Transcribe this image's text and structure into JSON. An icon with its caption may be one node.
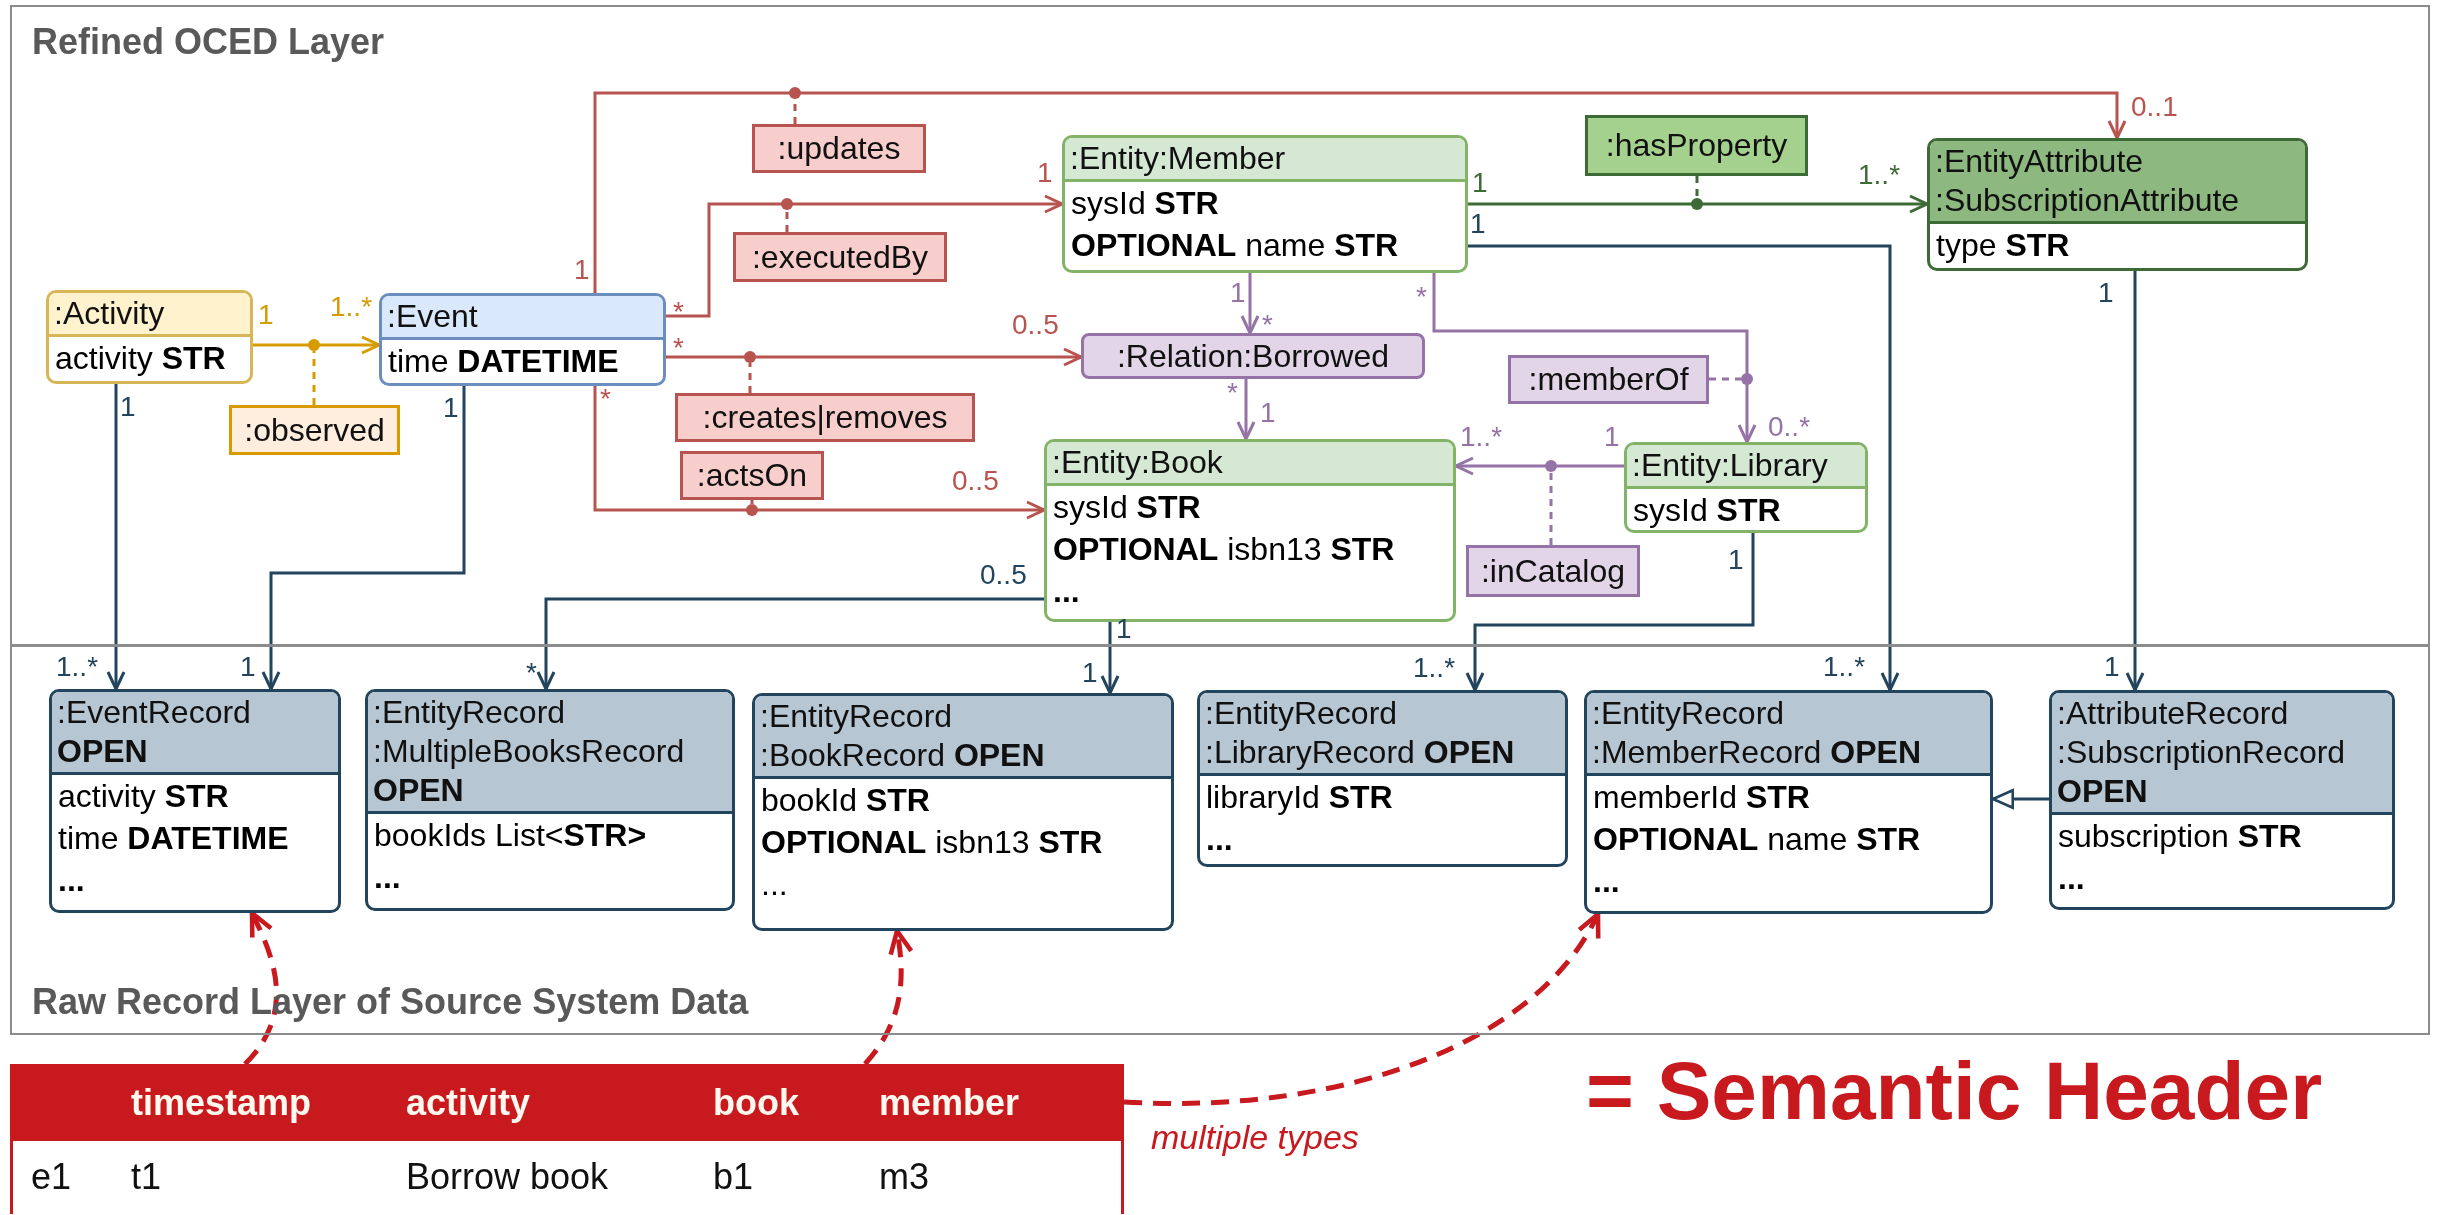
{
  "diagram": {
    "nodes": [
      {
        "text": [
          "Refined OCED Layer"
        ]
      },
      {
        "text": [
          "Raw Record Layer of Source System Data"
        ]
      },
      {
        "text": [
          ":Activity",
          "activity **STR**"
        ],
        "in": 0
      },
      {
        "text": [
          ":observed"
        ],
        "in": 0
      },
      {
        "text": [
          ":Event",
          "time **DATETIME**"
        ],
        "in": 0
      },
      {
        "text": [
          ":updates"
        ],
        "in": 0
      },
      {
        "text": [
          ":executedBy"
        ],
        "in": 0
      },
      {
        "text": [
          ":creates|removes"
        ],
        "in": 0
      },
      {
        "text": [
          ":actsOn"
        ],
        "in": 0
      },
      {
        "text": [
          ":Entity:Member",
          "sysId **STR**",
          "**OPTIONAL** name **STR**"
        ],
        "in": 0
      },
      {
        "text": [
          ":hasProperty"
        ],
        "in": 0
      },
      {
        "text": [
          ":EntityAttribute :SubscriptionAttribute",
          "type **STR**"
        ],
        "in": 0
      },
      {
        "text": [
          ":Relation:Borrowed"
        ],
        "in": 0
      },
      {
        "text": [
          ":memberOf"
        ],
        "in": 0
      },
      {
        "text": [
          ":Entity:Book",
          "sysId **STR**",
          "**OPTIONAL** isbn13 **STR**",
          "..."
        ],
        "in": 0
      },
      {
        "text": [
          ":Entity:Library",
          "sysId **STR**"
        ],
        "in": 0
      },
      {
        "text": [
          ":inCatalog"
        ],
        "in": 0
      },
      {
        "text": [
          ":EventRecord **OPEN**",
          "activity **STR**",
          "time **DATETIME**",
          "..."
        ],
        "in": 1
      },
      {
        "text": [
          ":EntityRecord :MultipleBooksRecord **OPEN**",
          "bookIds List<**STR>**",
          "..."
        ],
        "in": 1
      },
      {
        "text": [
          ":EntityRecord :BookRecord **OPEN**",
          "bookId **STR**",
          "**OPTIONAL** isbn13 **STR**",
          "..."
        ],
        "in": 1
      },
      {
        "text": [
          ":EntityRecord :LibraryRecord **OPEN**",
          "libraryId **STR**",
          "..."
        ],
        "in": 1
      },
      {
        "text": [
          ":EntityRecord :MemberRecord **OPEN**",
          "memberId **STR**",
          "**OPTIONAL** name **STR**",
          "..."
        ],
        "in": 1
      },
      {
        "text": [
          ":AttributeRecord :SubscriptionRecord **OPEN**",
          "subscription **STR**",
          "..."
        ],
        "in": 1
      },
      {
        "text": [
          "timestamp",
          "activity",
          "book",
          "member",
          "e1",
          "t1",
          "Borrow book",
          "b1",
          "m3"
        ]
      },
      {
        "text": [],
        "shape": "circle",
        "in": 0
      },
      {
        "text": [],
        "shape": "circle",
        "in": 0
      },
      {
        "text": [],
        "shape": "circle",
        "in": 0
      },
      {
        "text": [],
        "shape": "circle",
        "in": 0
      },
      {
        "text": [],
        "shape": "circle",
        "in": 0
      },
      {
        "text": [],
        "shape": "circle",
        "in": 0
      },
      {
        "text": [],
        "shape": "circle",
        "in": 0
      },
      {
        "text": [],
        "shape": "circle",
        "in": 0
      }
    ],
    "edges": [
      {
        "from": 2,
        "to": 4,
        "arrow": "to",
        "color": "#d79b00"
      },
      {
        "from": 4,
        "to": 11,
        "arrow": "to"
      },
      {
        "from": 4,
        "to": 9,
        "arrow": "to"
      },
      {
        "from": 4,
        "to": 12,
        "arrow": "to"
      },
      {
        "from": 4,
        "to": 14,
        "arrow": "to"
      },
      {
        "from": 9,
        "to": 12,
        "arrow": "to",
        "color": "#9673a6"
      },
      {
        "from": 12,
        "to": 14,
        "arrow": "to",
        "color": "#9673a6"
      },
      {
        "from": 9,
        "to": 15,
        "arrow": "to",
        "color": "#9673a6"
      },
      {
        "from": 15,
        "to": 14,
        "arrow": "to",
        "color": "#9673a6"
      },
      {
        "from": 9,
        "to": 11,
        "arrow": "to",
        "color": "#3d6b35"
      },
      {
        "from": 2,
        "to": 17,
        "arrow": "to",
        "color": "#23445d"
      },
      {
        "from": 4,
        "to": 17,
        "arrow": "to",
        "color": "#23445d"
      },
      {
        "from": 14,
        "to": 18,
        "arrow": "to",
        "color": "#23445d"
      },
      {
        "from": 14,
        "to": 19,
        "arrow": "to",
        "color": "#23445d"
      },
      {
        "from": 15,
        "to": 20,
        "arrow": "to",
        "color": "#23445d"
      },
      {
        "from": 9,
        "to": 21,
        "arrow": "to",
        "color": "#23445d"
      },
      {
        "from": 11,
        "to": 22,
        "arrow": "to",
        "color": "#23445d"
      },
      {
        "from": 22,
        "to": 21,
        "arrow": "to",
        "color": "#23445d"
      },
      {
        "from": 23,
        "to": 17,
        "arrow": "to",
        "style": "dashed",
        "color": "#c8191e"
      },
      {
        "from": 23,
        "to": 19,
        "arrow": "to",
        "style": "dashed",
        "color": "#c8191e"
      },
      {
        "from": 23,
        "to": 21,
        "arrow": "to",
        "style": "dashed",
        "color": "#c8191e",
        "label": "multiple types"
      },
      {
        "from": 3,
        "to": 24,
        "arrow": "none",
        "style": "dashed",
        "color": "#d79b00"
      },
      {
        "from": 5,
        "to": 25,
        "arrow": "none",
        "style": "dashed"
      },
      {
        "from": 6,
        "to": 26,
        "arrow": "none",
        "style": "dashed"
      },
      {
        "from": 7,
        "to": 27,
        "arrow": "none",
        "style": "dashed"
      },
      {
        "from": 8,
        "to": 28,
        "arrow": "none",
        "style": "dashed"
      },
      {
        "from": 13,
        "to": 29,
        "arrow": "none",
        "style": "dashed",
        "color": "#9673a6"
      },
      {
        "from": 10,
        "to": 30,
        "arrow": "none",
        "style": "dashed",
        "color": "#3d6b35"
      },
      {
        "from": 16,
        "to": 31,
        "arrow": "none",
        "style": "dashed",
        "color": "#9673a6"
      }
    ],
    "labels": [
      "0..1",
      "1",
      "1",
      "1",
      "1..*",
      "1",
      "1",
      "1..*",
      "*",
      "*",
      "0..5",
      "1",
      "*",
      "*",
      "*",
      "1",
      "0..*",
      "1..*",
      "1",
      "*",
      "1",
      "1",
      "0..5",
      "1",
      "1",
      "0..5",
      "1",
      "1..*",
      "1",
      "*",
      "1",
      "1..*",
      "1..*",
      "1",
      "= Semantic Header"
    ]
  }
}
